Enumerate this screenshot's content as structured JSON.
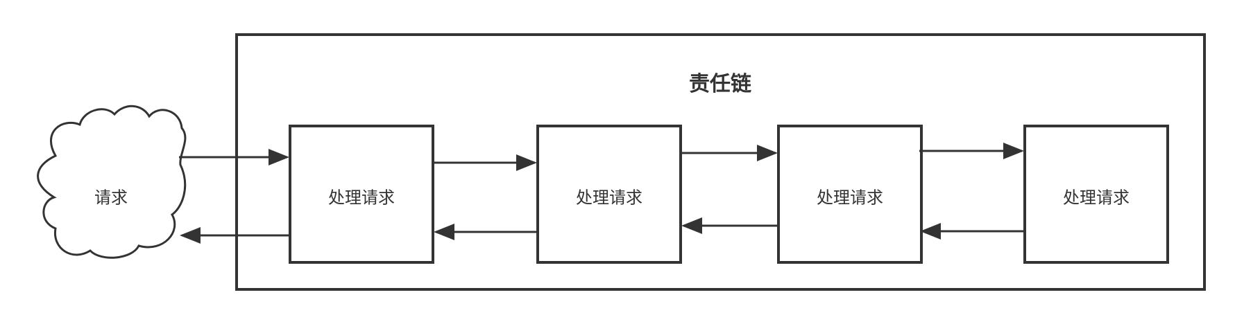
{
  "diagram": {
    "title": "责任链",
    "client_label": "请求",
    "handlers": [
      {
        "label": "处理请求"
      },
      {
        "label": "处理请求"
      },
      {
        "label": "处理请求"
      },
      {
        "label": "处理请求"
      }
    ]
  },
  "colors": {
    "stroke": "#333333",
    "background": "#ffffff"
  }
}
